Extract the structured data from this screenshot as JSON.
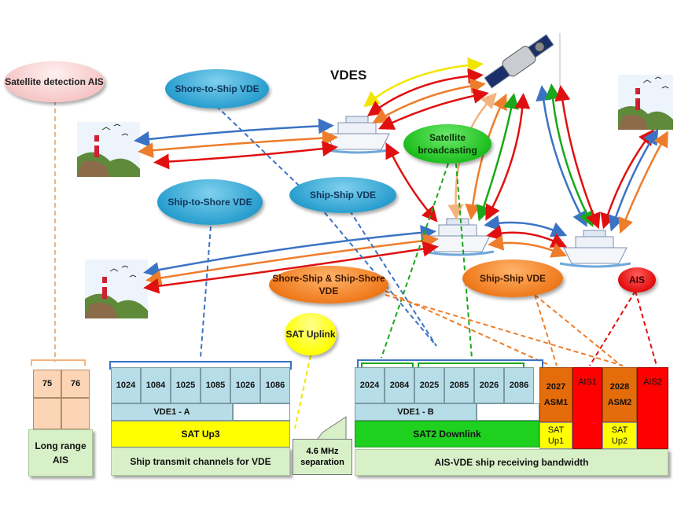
{
  "title": "VDES",
  "labels": {
    "satellite_detection_ais": "Satellite detection AIS",
    "shore_to_ship_vde": "Shore-to-Ship VDE",
    "ship_to_shore_vde": "Ship-to-Shore VDE",
    "ship_ship_vde_blue": "Ship-Ship VDE",
    "satellite_broadcasting": "Satellite broadcasting",
    "shore_ship_ship_shore_vde": "Shore-Ship & Ship-Shore VDE",
    "ship_ship_vde_orange": "Ship-Ship VDE",
    "ais": "AIS",
    "sat_uplink": "SAT Uplink"
  },
  "long_range": {
    "channels": [
      "75",
      "76"
    ],
    "label": "Long range AIS"
  },
  "transmit": {
    "channels": [
      "1024",
      "1084",
      "1025",
      "1085",
      "1026",
      "1086"
    ],
    "vde": "VDE1 - A",
    "sat": "SAT Up3",
    "footer": "Ship transmit channels for VDE"
  },
  "separation": "4.6 MHz separation",
  "receive": {
    "channels": [
      "2024",
      "2084",
      "2025",
      "2085",
      "2026",
      "2086"
    ],
    "vde": "VDE1 - B",
    "sat": "SAT2 Downlink",
    "asm1_channel": "2027",
    "asm1_label": "ASM1",
    "ais1": "AIS1",
    "asm2_channel": "2028",
    "asm2_label": "ASM2",
    "ais2": "AIS2",
    "sat_up1": "SAT Up1",
    "sat_up2": "SAT Up2",
    "footer": "AIS-VDE ship receiving bandwidth"
  },
  "colors": {
    "channel_blue": "#b7dee8",
    "sat_yellow": "#ffff00",
    "sat_green": "#1fd11f",
    "asm_orange": "#e46c0a",
    "ais_red": "#ff0000",
    "footer_green": "#d8f0c8"
  },
  "icons": [
    "lighthouse-icon",
    "ship-icon",
    "satellite-icon"
  ]
}
